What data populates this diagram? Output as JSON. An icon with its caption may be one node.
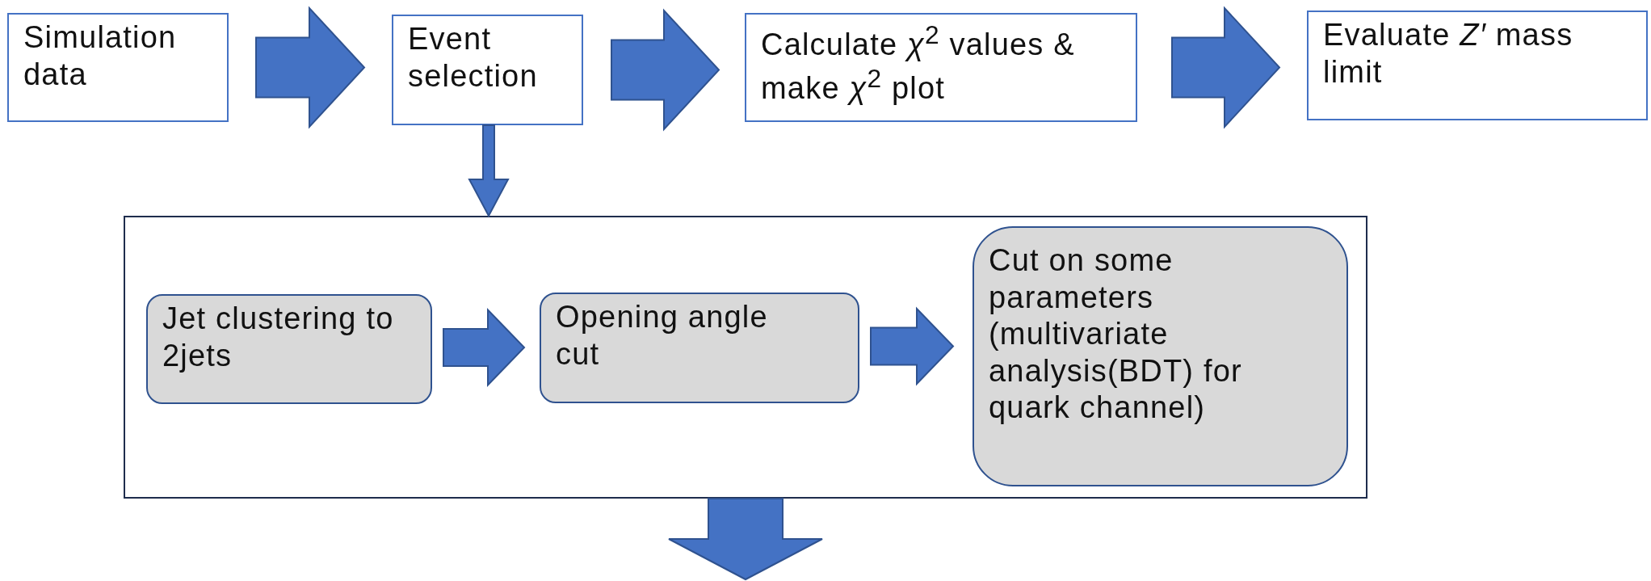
{
  "diagram": {
    "nodes": [
      {
        "text": [
          "Simulation data"
        ]
      },
      {
        "text": [
          "Event selection"
        ]
      },
      {
        "text": [
          "Calculate *χ*$^{2}$ values & make *χ*$^{2}$ plot"
        ]
      },
      {
        "text": [
          "Evaluate *Z′* mass limit"
        ]
      },
      {
        "text": [],
        "shape": "box"
      },
      {
        "text": [
          "Jet clustering to 2jets"
        ],
        "in": 4
      },
      {
        "text": [
          "Opening angle cut"
        ],
        "in": 4
      },
      {
        "text": [
          "Cut on some parameters (multivariate analysis(BDT) for quark channel)"
        ],
        "in": 4
      }
    ],
    "edges": [
      {
        "from": 0,
        "to": 1,
        "arrow": "to"
      },
      {
        "from": 1,
        "to": 2,
        "arrow": "to"
      },
      {
        "from": 2,
        "to": 3,
        "arrow": "to"
      },
      {
        "from": 1,
        "to": 4,
        "arrow": "to"
      },
      {
        "from": 5,
        "to": 6,
        "arrow": "to"
      },
      {
        "from": 6,
        "to": 7,
        "arrow": "to"
      },
      {
        "from": 4,
        "to": null,
        "arrow": "to"
      }
    ]
  }
}
